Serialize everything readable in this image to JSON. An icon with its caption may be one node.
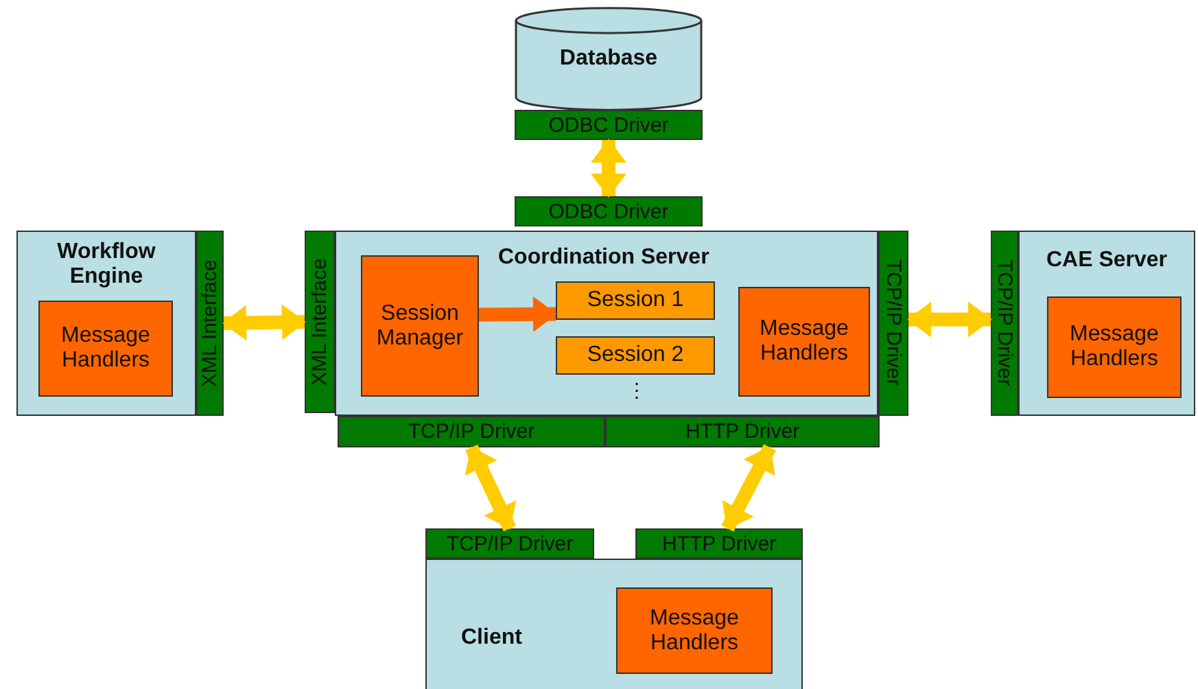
{
  "diagram": {
    "nodes": [
      {
        "text": [
          "Database"
        ]
      },
      {
        "text": [
          "ODBC Driver"
        ]
      },
      {
        "text": [
          "ODBC Driver"
        ]
      },
      {
        "text": [
          "Workflow Engine"
        ]
      },
      {
        "text": [
          "Message Handlers"
        ],
        "in": 3
      },
      {
        "text": [
          "XML Interface"
        ]
      },
      {
        "text": [
          "XML Interface"
        ]
      },
      {
        "text": [
          "Coordination Server"
        ]
      },
      {
        "text": [
          "Session Manager"
        ],
        "in": 7
      },
      {
        "text": [
          "Session 1"
        ],
        "in": 7
      },
      {
        "text": [
          "Session 2"
        ],
        "in": 7
      },
      {
        "text": [
          "Message Handlers"
        ],
        "in": 7
      },
      {
        "text": [
          "TCP/IP Driver"
        ]
      },
      {
        "text": [
          "TCP/IP Driver"
        ]
      },
      {
        "text": [
          "HTTP Driver"
        ]
      },
      {
        "text": [
          "CAE Server"
        ]
      },
      {
        "text": [
          "Message Handlers"
        ],
        "in": 15
      },
      {
        "text": [
          "TCP/IP Driver"
        ]
      },
      {
        "text": [
          "TCP/IP Driver"
        ]
      },
      {
        "text": [
          "HTTP Driver"
        ]
      },
      {
        "text": [
          "Client"
        ]
      },
      {
        "text": [
          "Message Handlers"
        ],
        "in": 20
      }
    ],
    "edges": [
      {
        "from": 1,
        "to": 2,
        "arrow": "both"
      },
      {
        "from": 5,
        "to": 6,
        "arrow": "both"
      },
      {
        "from": 8,
        "to": 9,
        "arrow": "to",
        "color": "#ff6600"
      },
      {
        "from": 12,
        "to": 17,
        "arrow": "both"
      },
      {
        "from": 13,
        "to": 18,
        "arrow": "both"
      },
      {
        "from": 14,
        "to": 19,
        "arrow": "both"
      }
    ],
    "labels": [
      "⋮"
    ]
  }
}
